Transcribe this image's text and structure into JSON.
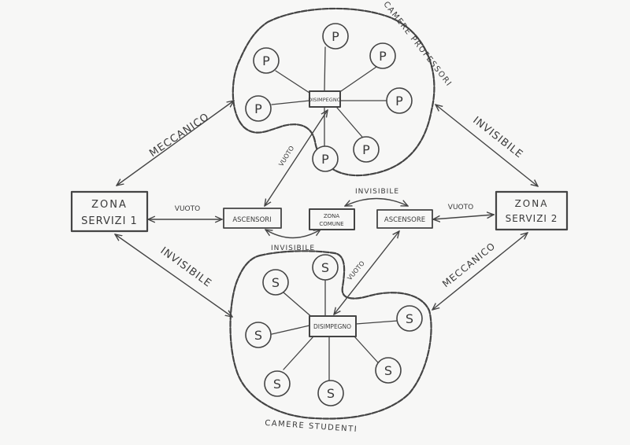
{
  "colors": {
    "pencil": "#444444",
    "paper": "#f7f7f6"
  },
  "areas": {
    "professors": {
      "label": "CAMERE PROFESSORI"
    },
    "students": {
      "label": "CAMERE STUDENTI"
    }
  },
  "nodes": {
    "zona_servizi_1": {
      "line1": "ZONA",
      "line2": "SERVIZI 1"
    },
    "zona_servizi_2": {
      "line1": "ZONA",
      "line2": "SERVIZI 2"
    },
    "ascensori": {
      "label": "ASCENSORI"
    },
    "zona_comune": {
      "line1": "ZONA",
      "line2": "COMUNE"
    },
    "ascensore": {
      "label": "ASCENSORE"
    },
    "disimpegno_top": {
      "label": "DISIMPEGNO"
    },
    "disimpegno_bottom": {
      "label": "DISIMPEGNO"
    }
  },
  "rooms": {
    "professor_label": "P",
    "student_label": "S"
  },
  "links": {
    "meccanico_left": "MECCANICO",
    "invisibile_right_top": "INVISIBILE",
    "vuoto_left": "VUOTO",
    "vuoto_right": "VUOTO",
    "vuoto_up": "VUOTO",
    "vuoto_down": "VUOTO",
    "invisibile_top_mid": "INVISIBILE",
    "invisibile_bottom_mid": "INVISIBILE",
    "invisibile_left_bottom": "INVISIBILE",
    "meccanico_right": "MECCANICO"
  }
}
